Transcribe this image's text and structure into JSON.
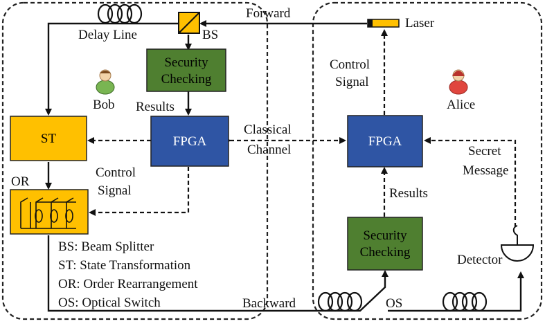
{
  "regions": {
    "bob": {
      "name": "Bob"
    },
    "alice": {
      "name": "Alice"
    }
  },
  "labels": {
    "forward": "Forward",
    "backward": "Backward",
    "laser": "Laser",
    "delay_line": "Delay Line",
    "bs": "BS",
    "or": "OR",
    "os": "OS",
    "results_bob": "Results",
    "results_alice": "Results",
    "detector": "Detector",
    "classical_line1": "Classical",
    "classical_line2": "Channel",
    "control_bob_line1": "Control",
    "control_bob_line2": "Signal",
    "control_alice_line1": "Control",
    "control_alice_line2": "Signal",
    "secret_line1": "Secret",
    "secret_line2": "Message"
  },
  "boxes": {
    "security_bob": {
      "line1": "Security",
      "line2": "Checking"
    },
    "security_alice": {
      "line1": "Security",
      "line2": "Checking"
    },
    "fpga_bob": "FPGA",
    "fpga_alice": "FPGA",
    "st": "ST"
  },
  "legend": [
    "BS: Beam Splitter",
    "ST: State Transformation",
    "OR: Order Rearrangement",
    "OS: Optical Switch"
  ],
  "colors": {
    "green": "#4f7f30",
    "blue": "#2f55a4",
    "yellow": "#ffc000"
  }
}
